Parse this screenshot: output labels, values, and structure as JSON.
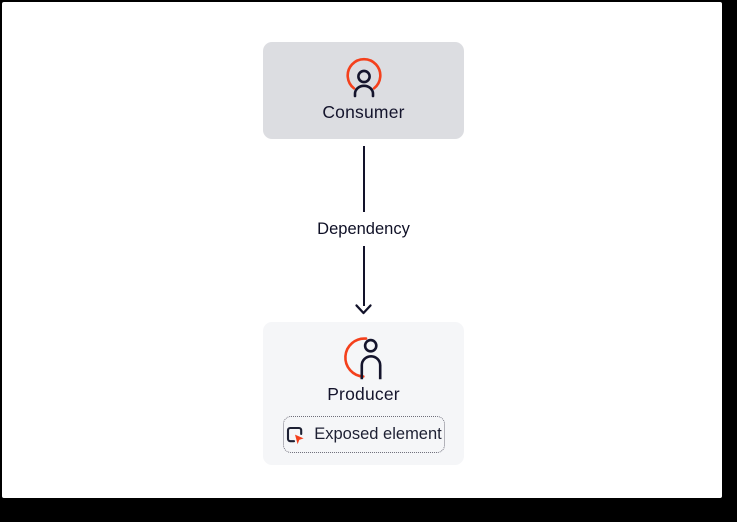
{
  "diagram": {
    "consumer": {
      "label": "Consumer"
    },
    "edge": {
      "label": "Dependency"
    },
    "producer": {
      "label": "Producer",
      "badge_label": "Exposed element"
    }
  },
  "icons": {
    "consumer": "person-in-red-circle-icon",
    "producer": "person-with-red-arc-icon",
    "badge": "exposed-element-arrow-icon",
    "edge_end": "arrowhead-down-icon"
  },
  "colors": {
    "accent_red": "#f4401c",
    "ink": "#14142c",
    "consumer_box_bg": "#dcdde1",
    "producer_box_bg": "#f5f6f8",
    "canvas_bg": "#ffffff",
    "frame": "#000000",
    "badge_border": "#6e6e7a"
  }
}
